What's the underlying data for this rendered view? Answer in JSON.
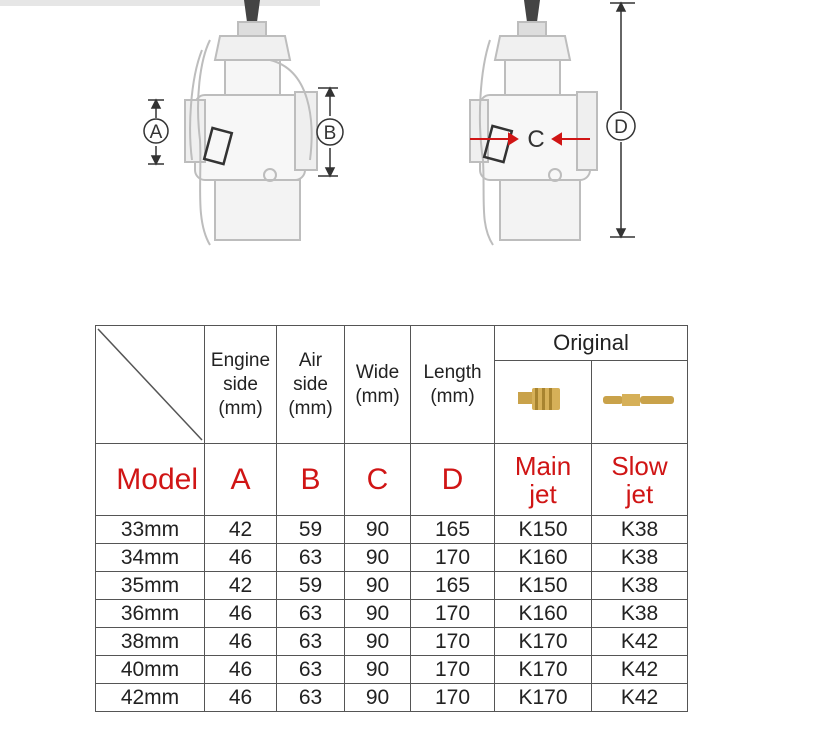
{
  "diagrams": {
    "left_labels": [
      "A",
      "B"
    ],
    "right_labels": [
      "C",
      "D"
    ]
  },
  "table": {
    "header": {
      "engine_side": [
        "Engine",
        "side",
        "(mm)"
      ],
      "air_side": [
        "Air",
        "side",
        "(mm)"
      ],
      "wide": [
        "Wide",
        "(mm)"
      ],
      "length": [
        "Length",
        "(mm)"
      ],
      "original": "Original"
    },
    "letters": {
      "model": "Model",
      "a": "A",
      "b": "B",
      "c": "C",
      "d": "D",
      "main_jet": [
        "Main",
        "jet"
      ],
      "slow_jet": [
        "Slow",
        "jet"
      ]
    },
    "rows": [
      [
        "33mm",
        "42",
        "59",
        "90",
        "165",
        "K150",
        "K38"
      ],
      [
        "34mm",
        "46",
        "63",
        "90",
        "170",
        "K160",
        "K38"
      ],
      [
        "35mm",
        "42",
        "59",
        "90",
        "165",
        "K150",
        "K38"
      ],
      [
        "36mm",
        "46",
        "63",
        "90",
        "170",
        "K160",
        "K38"
      ],
      [
        "38mm",
        "46",
        "63",
        "90",
        "170",
        "K170",
        "K42"
      ],
      [
        "40mm",
        "46",
        "63",
        "90",
        "170",
        "K170",
        "K42"
      ],
      [
        "42mm",
        "46",
        "63",
        "90",
        "170",
        "K170",
        "K42"
      ]
    ]
  },
  "colors": {
    "accent_red": "#d01515",
    "border": "#555555",
    "brass": "#c9a24a"
  }
}
